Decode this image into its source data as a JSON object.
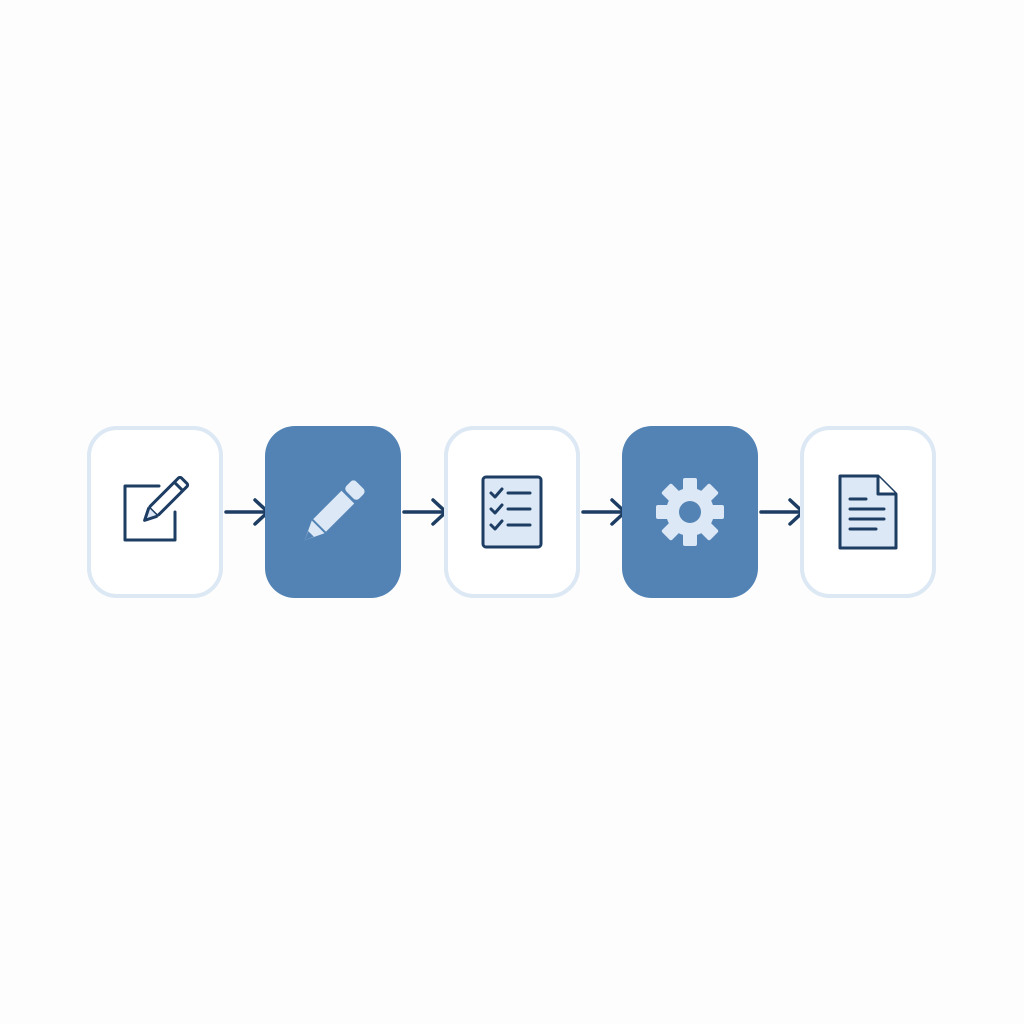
{
  "colors": {
    "background": "#fdfdfd",
    "outline_border": "#dce8f4",
    "filled_box": "#5283b4",
    "icon_stroke": "#1d3d63",
    "icon_light": "#dce8f6",
    "arrow": "#1d3d63"
  },
  "steps": [
    {
      "icon": "edit-icon",
      "style": "outline"
    },
    {
      "icon": "pencil-icon",
      "style": "filled"
    },
    {
      "icon": "checklist-icon",
      "style": "outline"
    },
    {
      "icon": "gear-icon",
      "style": "filled"
    },
    {
      "icon": "document-icon",
      "style": "outline"
    }
  ],
  "arrows": 4
}
